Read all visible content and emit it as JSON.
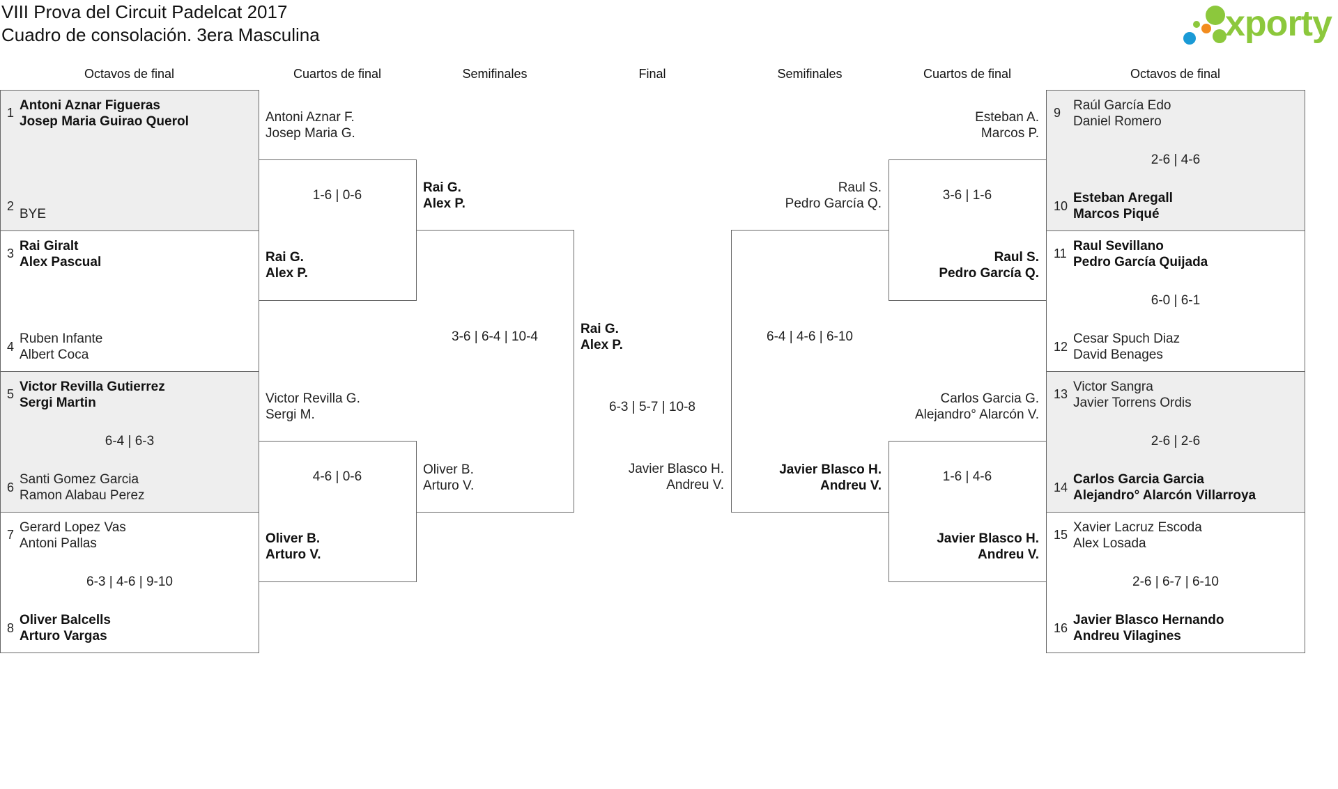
{
  "title": {
    "line1": "VIII Prova del Circuit Padelcat 2017",
    "line2": "Cuadro de consolación. 3era Masculina"
  },
  "logo": {
    "text": "xporty",
    "colors": [
      "#8cc83c",
      "#1a9ad6",
      "#f28c1e",
      "#8cc83c"
    ]
  },
  "rounds": {
    "left": [
      "Octavos de final",
      "Cuartos de final",
      "Semifinales"
    ],
    "center": "Final",
    "right": [
      "Semifinales",
      "Cuartos de final",
      "Octavos de final"
    ]
  },
  "left_r16": [
    {
      "seeds": [
        "1",
        "2"
      ],
      "top": [
        "Antoni Aznar Figueras",
        "Josep Maria Guirao Querol"
      ],
      "bottom": [
        "BYE"
      ],
      "score": "",
      "winner": "top"
    },
    {
      "seeds": [
        "3",
        "4"
      ],
      "top": [
        "Rai Giralt",
        "Alex Pascual"
      ],
      "bottom": [
        "Ruben Infante",
        "Albert Coca"
      ],
      "score": "",
      "winner": "top"
    },
    {
      "seeds": [
        "5",
        "6"
      ],
      "top": [
        "Victor Revilla Gutierrez",
        "Sergi Martin"
      ],
      "bottom": [
        "Santi Gomez Garcia",
        "Ramon Alabau Perez"
      ],
      "score": "6-4 | 6-3",
      "winner": "top"
    },
    {
      "seeds": [
        "7",
        "8"
      ],
      "top": [
        "Gerard Lopez Vas",
        "Antoni Pallas"
      ],
      "bottom": [
        "Oliver Balcells",
        "Arturo Vargas"
      ],
      "score": "6-3 | 4-6 | 9-10",
      "winner": "bottom"
    }
  ],
  "right_r16": [
    {
      "seeds": [
        "9",
        "10"
      ],
      "top": [
        "Raúl García Edo",
        "Daniel Romero"
      ],
      "bottom": [
        "Esteban Aregall",
        "Marcos Piqué"
      ],
      "score": "2-6 | 4-6",
      "winner": "bottom"
    },
    {
      "seeds": [
        "11",
        "12"
      ],
      "top": [
        "Raul Sevillano",
        "Pedro García Quijada"
      ],
      "bottom": [
        "Cesar Spuch Diaz",
        "David Benages"
      ],
      "score": "6-0 | 6-1",
      "winner": "top"
    },
    {
      "seeds": [
        "13",
        "14"
      ],
      "top": [
        "Victor Sangra",
        "Javier Torrens Ordis"
      ],
      "bottom": [
        "Carlos Garcia Garcia",
        "Alejandro° Alarcón Villarroya"
      ],
      "score": "2-6 | 2-6",
      "winner": "bottom"
    },
    {
      "seeds": [
        "15",
        "16"
      ],
      "top": [
        "Xavier Lacruz Escoda",
        "Alex Losada"
      ],
      "bottom": [
        "Javier Blasco Hernando",
        "Andreu Vilagines"
      ],
      "score": "2-6 | 6-7 | 6-10",
      "winner": "bottom"
    }
  ],
  "left_qf": [
    {
      "top": [
        "Antoni Aznar F.",
        "Josep Maria G."
      ],
      "bottom": [
        "Rai G.",
        "Alex P."
      ],
      "score": "1-6 | 0-6",
      "winner": "bottom"
    },
    {
      "top": [
        "Victor Revilla G.",
        "Sergi M."
      ],
      "bottom": [
        "Oliver B.",
        "Arturo V."
      ],
      "score": "4-6 | 0-6",
      "winner": "bottom"
    }
  ],
  "right_qf": [
    {
      "top": [
        "Esteban A.",
        "Marcos P."
      ],
      "bottom": [
        "Raul S.",
        "Pedro García Q."
      ],
      "score": "3-6 | 1-6",
      "winner": "bottom"
    },
    {
      "top": [
        "Carlos Garcia G.",
        "Alejandro° Alarcón V."
      ],
      "bottom": [
        "Javier Blasco H.",
        "Andreu V."
      ],
      "score": "1-6 | 4-6",
      "winner": "bottom"
    }
  ],
  "left_sf": {
    "top": [
      "Rai G.",
      "Alex P."
    ],
    "bottom": [
      "Oliver B.",
      "Arturo V."
    ],
    "score": "3-6 | 6-4 | 10-4",
    "winner": "top"
  },
  "right_sf": {
    "top": [
      "Raul S.",
      "Pedro García Q."
    ],
    "bottom": [
      "Javier Blasco H.",
      "Andreu V."
    ],
    "score": "6-4 | 4-6 | 6-10",
    "winner": "bottom"
  },
  "final": {
    "top": [
      "Rai G.",
      "Alex P."
    ],
    "bottom": [
      "Javier Blasco H.",
      "Andreu V."
    ],
    "score": "6-3 | 5-7 | 10-8",
    "winner": "top"
  }
}
